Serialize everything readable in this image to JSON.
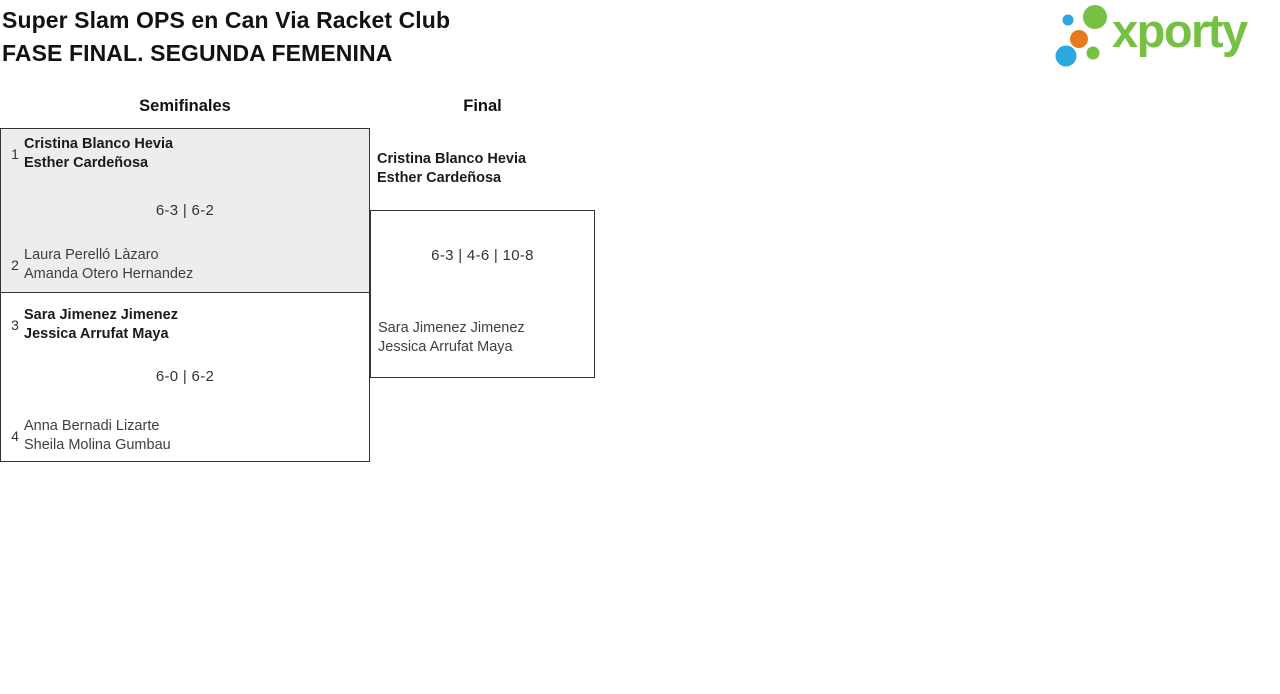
{
  "page": {
    "title_line1": "Super Slam OPS en Can Via Racket Club",
    "title_line2": "FASE FINAL. SEGUNDA FEMENINA"
  },
  "logo": {
    "text": "xporty",
    "colors": {
      "green": "#76c043",
      "blue": "#2aa9e0",
      "orange": "#e8791e"
    }
  },
  "bracket": {
    "rounds": [
      {
        "label": "Semifinales"
      },
      {
        "label": "Final"
      }
    ],
    "semifinals": [
      {
        "team1": {
          "seed": "1",
          "players": [
            "Cristina Blanco Hevia",
            "Esther Cardeñosa"
          ],
          "winner": true
        },
        "score": "6-3 | 6-2",
        "team2": {
          "seed": "2",
          "players": [
            "Laura Perelló Làzaro",
            "Amanda Otero Hernandez"
          ],
          "winner": false
        }
      },
      {
        "team1": {
          "seed": "3",
          "players": [
            "Sara Jimenez Jimenez",
            "Jessica Arrufat Maya"
          ],
          "winner": true
        },
        "score": "6-0 | 6-2",
        "team2": {
          "seed": "4",
          "players": [
            "Anna Bernadi Lizarte",
            "Sheila Molina Gumbau"
          ],
          "winner": false
        }
      }
    ],
    "final": {
      "team1": {
        "players": [
          "Cristina Blanco Hevia",
          "Esther Cardeñosa"
        ],
        "winner": true
      },
      "score": "6-3 | 4-6 | 10-8",
      "team2": {
        "players": [
          "Sara Jimenez Jimenez",
          "Jessica Arrufat Maya"
        ],
        "winner": false
      }
    }
  }
}
